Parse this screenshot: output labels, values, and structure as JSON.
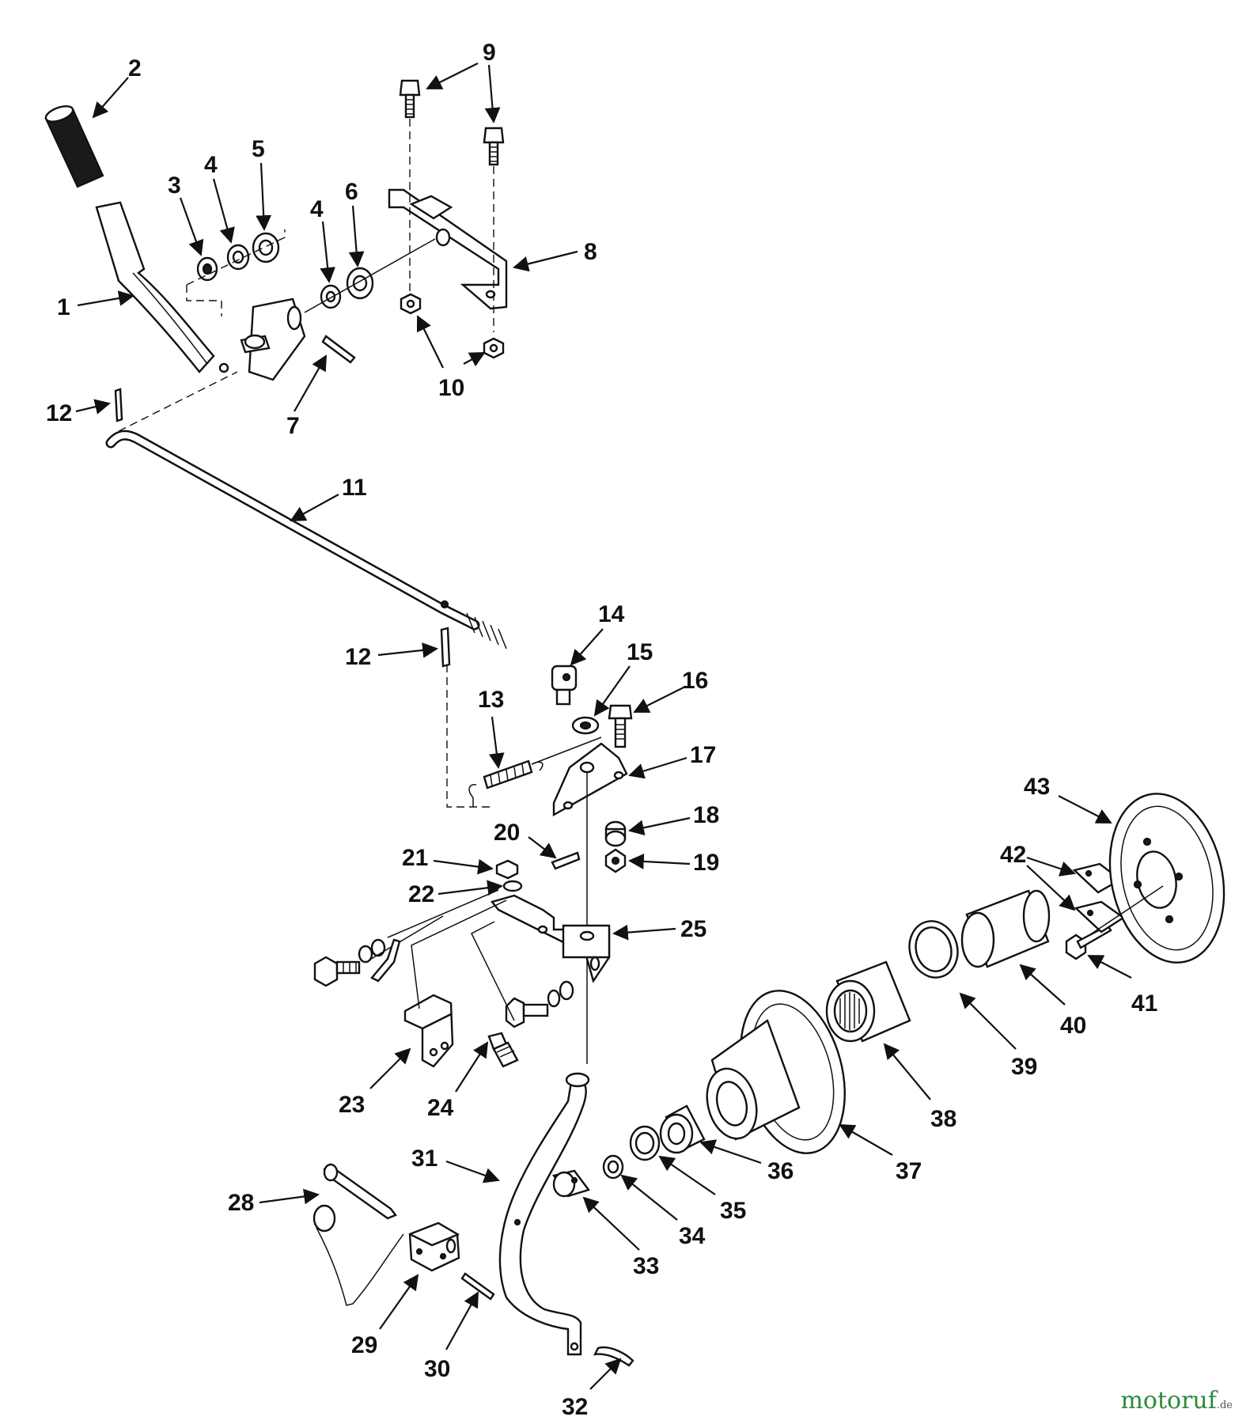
{
  "watermark": {
    "brand_main": "motoruf",
    "brand_suffix": ".de"
  },
  "callouts": [
    {
      "id": "1",
      "label": "1"
    },
    {
      "id": "2",
      "label": "2"
    },
    {
      "id": "3",
      "label": "3"
    },
    {
      "id": "4a",
      "label": "4"
    },
    {
      "id": "4b",
      "label": "4"
    },
    {
      "id": "5",
      "label": "5"
    },
    {
      "id": "6",
      "label": "6"
    },
    {
      "id": "7",
      "label": "7"
    },
    {
      "id": "8",
      "label": "8"
    },
    {
      "id": "9",
      "label": "9"
    },
    {
      "id": "10",
      "label": "10"
    },
    {
      "id": "11",
      "label": "11"
    },
    {
      "id": "12a",
      "label": "12"
    },
    {
      "id": "12b",
      "label": "12"
    },
    {
      "id": "13",
      "label": "13"
    },
    {
      "id": "14",
      "label": "14"
    },
    {
      "id": "15",
      "label": "15"
    },
    {
      "id": "16",
      "label": "16"
    },
    {
      "id": "17",
      "label": "17"
    },
    {
      "id": "18",
      "label": "18"
    },
    {
      "id": "19",
      "label": "19"
    },
    {
      "id": "20",
      "label": "20"
    },
    {
      "id": "21",
      "label": "21"
    },
    {
      "id": "22",
      "label": "22"
    },
    {
      "id": "23",
      "label": "23"
    },
    {
      "id": "24",
      "label": "24"
    },
    {
      "id": "25",
      "label": "25"
    },
    {
      "id": "28",
      "label": "28"
    },
    {
      "id": "29",
      "label": "29"
    },
    {
      "id": "30",
      "label": "30"
    },
    {
      "id": "31",
      "label": "31"
    },
    {
      "id": "32",
      "label": "32"
    },
    {
      "id": "33",
      "label": "33"
    },
    {
      "id": "34",
      "label": "34"
    },
    {
      "id": "35",
      "label": "35"
    },
    {
      "id": "36",
      "label": "36"
    },
    {
      "id": "37",
      "label": "37"
    },
    {
      "id": "38",
      "label": "38"
    },
    {
      "id": "39",
      "label": "39"
    },
    {
      "id": "40",
      "label": "40"
    },
    {
      "id": "41",
      "label": "41"
    },
    {
      "id": "42",
      "label": "42"
    },
    {
      "id": "43",
      "label": "43"
    }
  ]
}
